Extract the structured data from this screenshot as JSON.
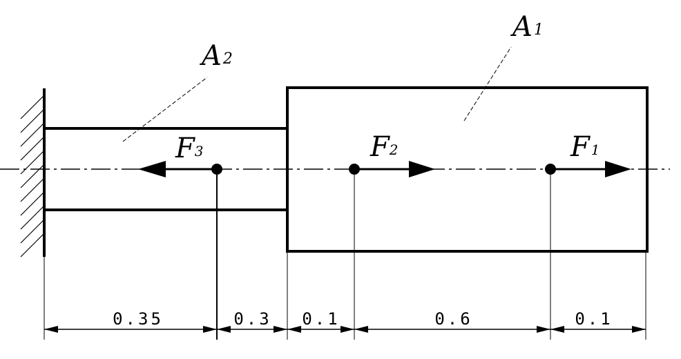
{
  "labels": {
    "area_1": {
      "main": "A",
      "sub": "1"
    },
    "area_2": {
      "main": "A",
      "sub": "2"
    },
    "force_1": {
      "main": "F",
      "sub": "1"
    },
    "force_2": {
      "main": "F",
      "sub": "2"
    },
    "force_3": {
      "main": "F",
      "sub": "3"
    }
  },
  "dimensions": {
    "d1": "0.35",
    "d2": "0.3",
    "d3": "0.1",
    "d4": "0.6",
    "d5": "0.1"
  }
}
